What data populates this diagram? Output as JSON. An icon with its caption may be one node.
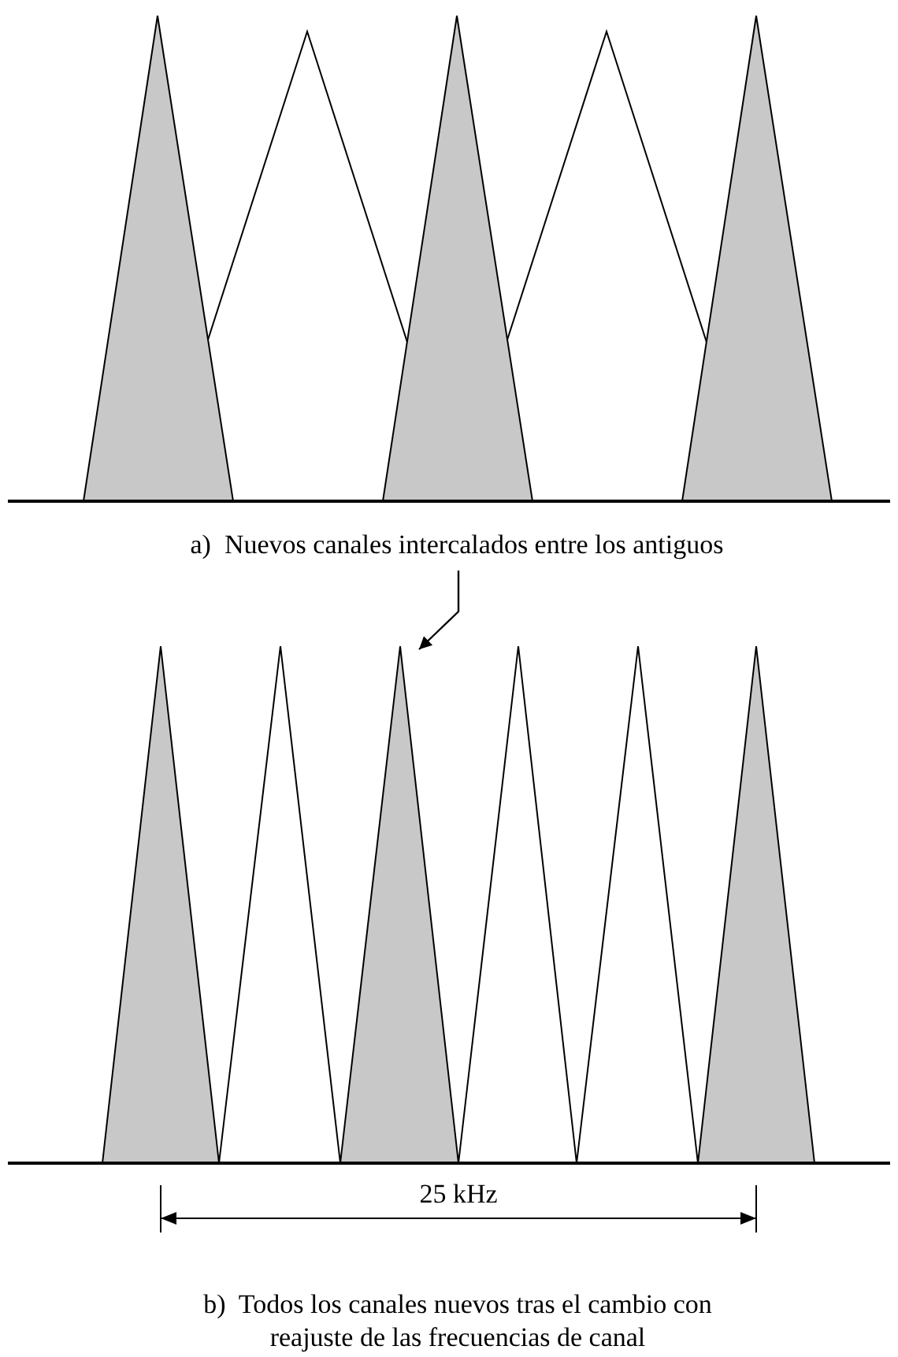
{
  "diagram": {
    "labels": [
      "a)  Nuevos canales intercalados entre los antiguos",
      "25 kHz",
      "b)  Todos los canales nuevos tras el cambio con reajuste de las frecuencias de canal"
    ]
  }
}
